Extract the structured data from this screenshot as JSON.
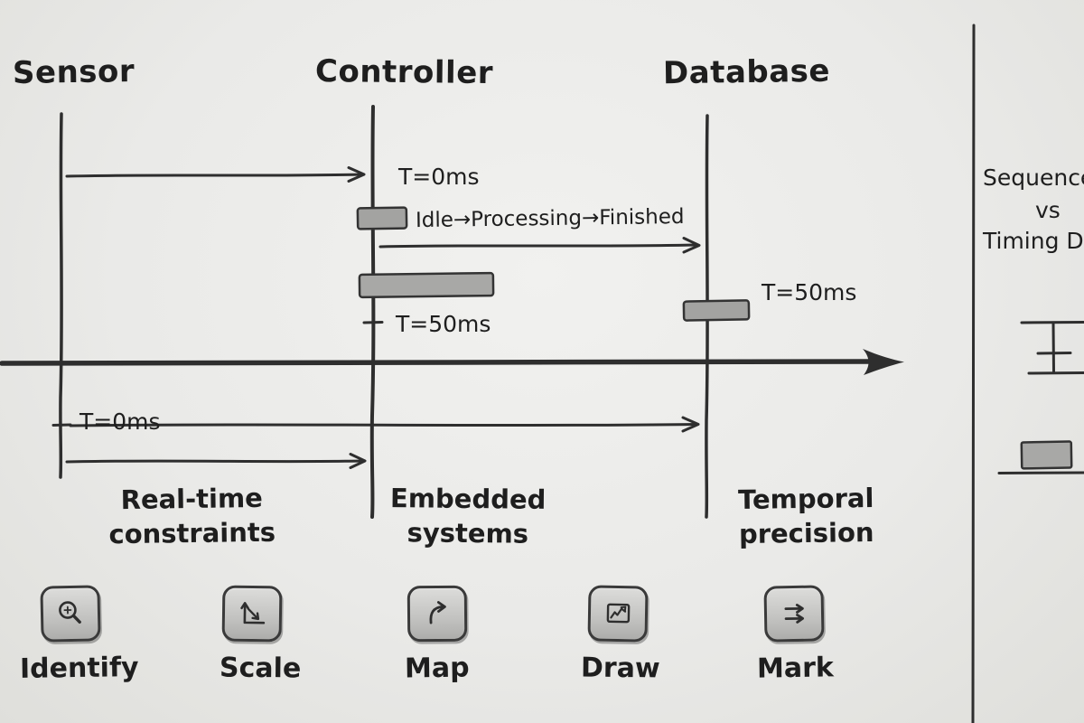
{
  "lifelines": [
    {
      "label": "Sensor"
    },
    {
      "label": "Controller"
    },
    {
      "label": "Database"
    }
  ],
  "messages": {
    "t0_top": "T=0ms",
    "state_flow": "Idle→Processing→Finished",
    "t50_controller": "T=50ms",
    "t50_database": "T=50ms",
    "t0_bottom": "T=0ms"
  },
  "concepts": [
    {
      "line1": "Real-time",
      "line2": "constraints"
    },
    {
      "line1": "Embedded",
      "line2": "systems"
    },
    {
      "line1": "Temporal",
      "line2": "precision"
    }
  ],
  "tools": [
    {
      "label": "Identify",
      "icon": "magnifier-icon"
    },
    {
      "label": "Scale",
      "icon": "axes-icon"
    },
    {
      "label": "Map",
      "icon": "curved-arrow-icon"
    },
    {
      "label": "Draw",
      "icon": "mini-chart-icon"
    },
    {
      "label": "Mark",
      "icon": "double-arrow-icon"
    }
  ],
  "side_panel": {
    "line1": "Sequence",
    "line2": "vs",
    "line3": "Timing Di"
  },
  "colors": {
    "ink": "#2e2e2e",
    "activation_fill": "#a3a3a1",
    "paper": "#ebebe8"
  }
}
